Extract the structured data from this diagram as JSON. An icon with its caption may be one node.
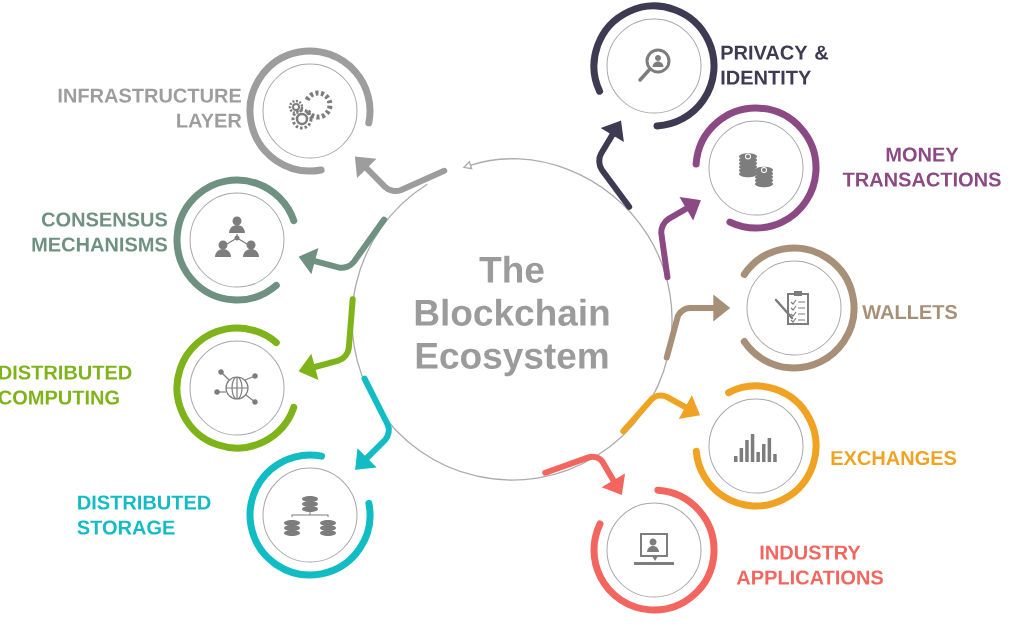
{
  "diagram": {
    "nodes": [
      {
        "text": [
          "The Blockchain Ecosystem"
        ]
      },
      {
        "text": [
          "INFRASTRUCTURE LAYER"
        ]
      },
      {
        "text": [
          "CONSENSUS MECHANISMS"
        ]
      },
      {
        "text": [
          "DISTRIBUTED COMPUTING"
        ]
      },
      {
        "text": [
          "DISTRIBUTED STORAGE"
        ]
      },
      {
        "text": [
          "PRIVACY & IDENTITY"
        ]
      },
      {
        "text": [
          "MONEY TRANSACTIONS"
        ]
      },
      {
        "text": [
          "WALLETS"
        ]
      },
      {
        "text": [
          "EXCHANGES"
        ]
      },
      {
        "text": [
          "INDUSTRY APPLICATIONS"
        ]
      }
    ],
    "edges": [
      {
        "from": 0,
        "to": 1,
        "arrow": "to",
        "color": "#9d9d9d"
      },
      {
        "from": 0,
        "to": 2,
        "arrow": "to",
        "color": "#6f9181"
      },
      {
        "from": 0,
        "to": 3,
        "arrow": "to",
        "color": "#7fb31a"
      },
      {
        "from": 0,
        "to": 4,
        "arrow": "to",
        "color": "#12bcc5"
      },
      {
        "from": 0,
        "to": 5,
        "arrow": "to",
        "color": "#3d3a52"
      },
      {
        "from": 0,
        "to": 6,
        "arrow": "to",
        "color": "#8b4a84"
      },
      {
        "from": 0,
        "to": 7,
        "arrow": "to",
        "color": "#a89078"
      },
      {
        "from": 0,
        "to": 8,
        "arrow": "to",
        "color": "#f0a323"
      },
      {
        "from": 0,
        "to": 9,
        "arrow": "to",
        "color": "#f2665f"
      }
    ]
  }
}
